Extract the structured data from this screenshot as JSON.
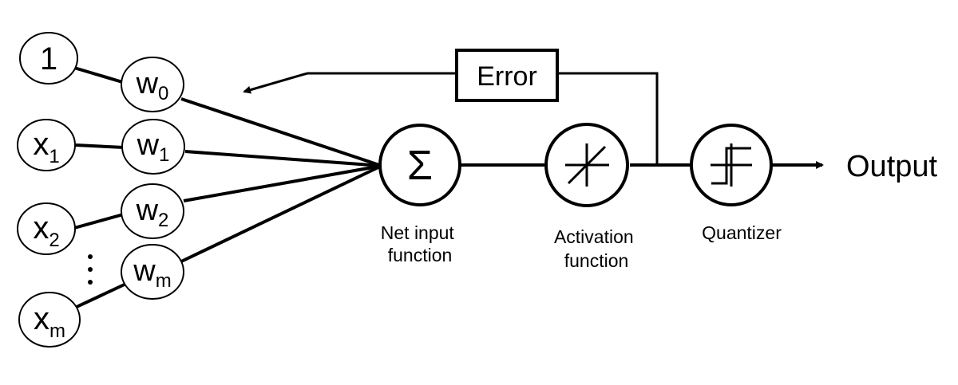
{
  "diagram": {
    "inputs": [
      {
        "main": "1",
        "sub": ""
      },
      {
        "main": "x",
        "sub": "1"
      },
      {
        "main": "x",
        "sub": "2"
      },
      {
        "main": "x",
        "sub": "m"
      }
    ],
    "weights": [
      {
        "main": "w",
        "sub": "0"
      },
      {
        "main": "w",
        "sub": "1"
      },
      {
        "main": "w",
        "sub": "2"
      },
      {
        "main": "w",
        "sub": "m"
      }
    ],
    "sum_symbol": "Σ",
    "error_label": "Error",
    "net_input_label": [
      "Net input",
      "function"
    ],
    "activation_label": [
      "Activation",
      "function"
    ],
    "quantizer_label": "Quantizer",
    "output_label": "Output",
    "colors": {
      "line": "#000000",
      "node_fill": "#ffffff",
      "background": "#ffffff"
    }
  }
}
